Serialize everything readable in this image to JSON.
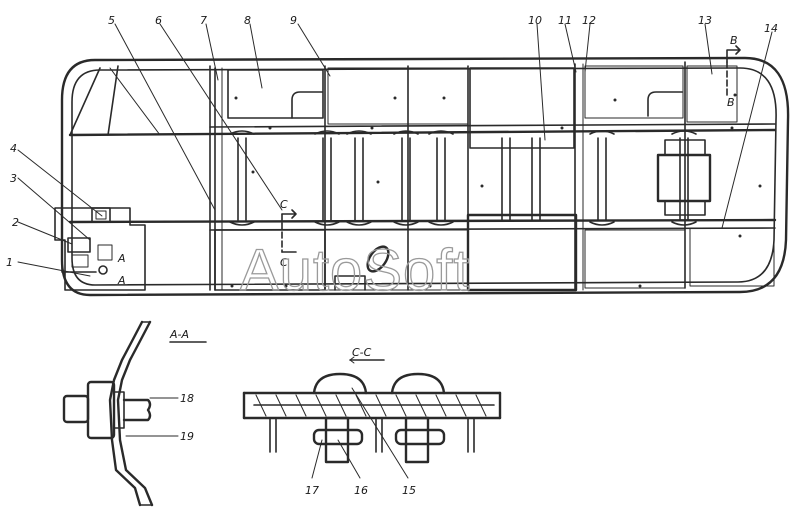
{
  "callouts": [
    "1",
    "2",
    "3",
    "4",
    "5",
    "6",
    "7",
    "8",
    "9",
    "10",
    "11",
    "12",
    "13",
    "14",
    "15",
    "16",
    "17",
    "18",
    "19"
  ],
  "section_labels": {
    "aa_title": "A-A",
    "cc_title": "C-C",
    "mark_a": "A",
    "mark_c": "C",
    "mark_b": "B"
  },
  "watermark": "AutoSoft"
}
